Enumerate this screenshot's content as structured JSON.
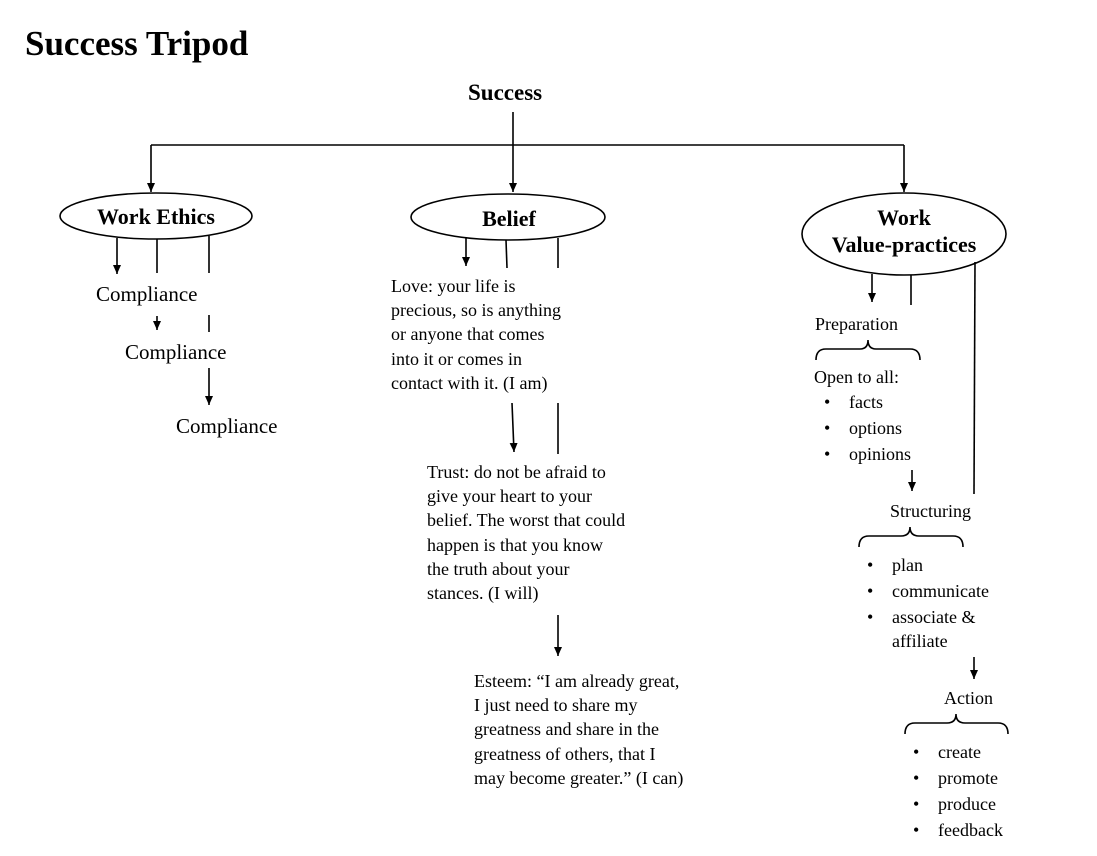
{
  "title": "Success Tripod",
  "root": "Success",
  "branches": {
    "work_ethics": {
      "label": "Work Ethics",
      "items": [
        "Compliance",
        "Compliance",
        "Compliance"
      ]
    },
    "belief": {
      "label": "Belief",
      "love": [
        "Love: your life is",
        "precious, so is anything",
        "or anyone that comes",
        "into it or comes in",
        "contact with it. (I am)"
      ],
      "trust": [
        "Trust: do not be afraid to",
        "give your heart to your",
        "belief. The worst that could",
        "happen is that you know",
        "the truth about your",
        "stances. (I will)"
      ],
      "esteem": [
        "Esteem: “I am already great,",
        "I just need to share my",
        "greatness and share in the",
        "greatness of others, that I",
        "may become greater.” (I can)"
      ]
    },
    "work_value_practices": {
      "label_line1": "Work",
      "label_line2": "Value-practices",
      "preparation": {
        "label": "Preparation",
        "intro": "Open to all:",
        "bullets": [
          "facts",
          "options",
          "opinions"
        ]
      },
      "structuring": {
        "label": "Structuring",
        "bullets": [
          "plan",
          "communicate",
          "associate &"
        ],
        "continuation": "affiliate"
      },
      "action": {
        "label": "Action",
        "bullets": [
          "create",
          "promote",
          "produce",
          "feedback"
        ]
      }
    }
  }
}
